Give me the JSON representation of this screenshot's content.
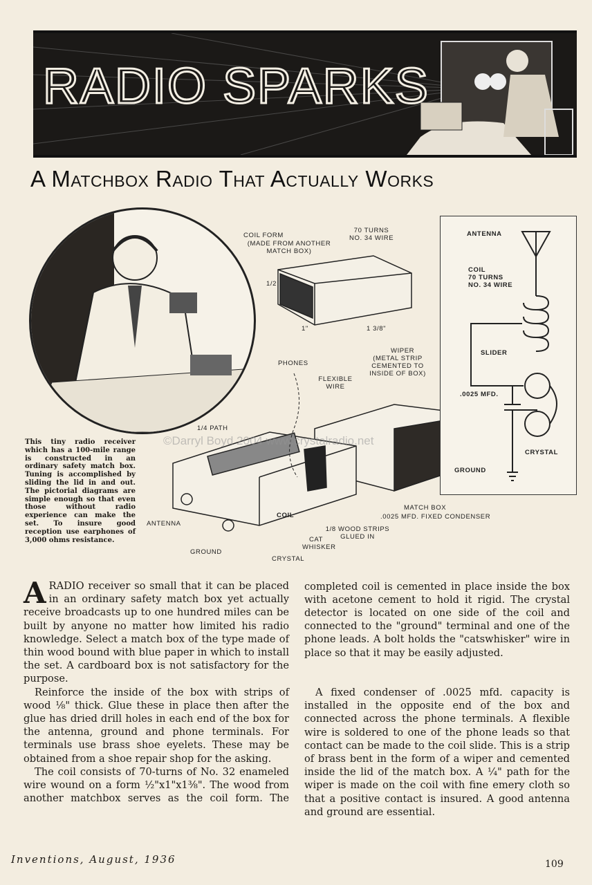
{
  "banner": {
    "title": "RADIO SPARKS"
  },
  "headline": "A Matchbox Radio That Actually Works",
  "caption": "This tiny radio receiver which has a 100-mile range is constructed in an ordinary safety match box. Tuning is accomplished by sliding the lid in and out. The pictorial diagrams are simple enough so that even those without radio experience can make the set. To insure good reception use earphones of 3,000 ohms resistance.",
  "watermark": "©Darryl Boyd 2004 www.crystalradio.net",
  "diagram_labels": {
    "coil_form": "COIL FORM",
    "coil_form_note": "(MADE FROM ANOTHER MATCH BOX)",
    "turns": "70 TURNS",
    "wire": "NO. 34 WIRE",
    "dim_half": "1/2",
    "dim_one": "1\"",
    "dim_138": "1 3/8\"",
    "phones": "PHONES",
    "flexible_wire": "FLEXIBLE WIRE",
    "wiper": "WIPER",
    "wiper_note": "(METAL STRIP CEMENTED TO INSIDE OF BOX)",
    "path": "1/4 PATH",
    "antenna": "ANTENNA",
    "ground": "GROUND",
    "coil": "COIL",
    "cat_whisker": "CAT WHISKER",
    "crystal": "CRYSTAL",
    "wood_strips": "1/8 WOOD STRIPS GLUED IN",
    "match_box": "MATCH BOX",
    "fixed_condenser": ".0025 MFD. FIXED CONDENSER"
  },
  "schematic_labels": {
    "antenna": "ANTENNA",
    "coil": "COIL",
    "turns": "70 TURNS",
    "wire": "NO. 34 WIRE",
    "slider": "SLIDER",
    "capacitor": ".0025 MFD.",
    "crystal": "CRYSTAL",
    "ground": "GROUND"
  },
  "article": {
    "dropcap": "A",
    "p1_rest": "RADIO receiver so small that it can be placed in an ordinary safety match box yet actually receive broadcasts up to one hundred miles can be built by anyone no matter how limited his radio knowledge. Select a match box of the type made of thin wood bound with blue paper in which to install the set. A cardboard box is not satisfactory for the purpose.",
    "p2": "Reinforce the inside of the box with strips of wood ⅛\" thick. Glue these in place then after the glue has dried drill holes in each end of the box for the antenna, ground and phone terminals. For terminals use brass shoe eyelets. These may be obtained from a shoe repair shop for the asking.",
    "p3": "The coil consists of 70-turns of No. 32 enameled wire wound on a form ½\"x1\"x1⅜\". The wood from another matchbox serves as the coil form. The completed coil is cemented in place inside the box with acetone cement to hold it rigid. The crystal detector is located on one side of the coil and connected to the \"ground\" terminal and one of the phone leads. A bolt holds the \"catswhisker\" wire in place so that it may be easily adjusted.",
    "p4": "A fixed condenser of .0025 mfd. capacity is installed in the opposite end of the box and connected across the phone terminals. A flexible wire is soldered to one of the phone leads so that contact can be made to the coil slide. This is a strip of brass bent in the form of a wiper and cemented inside the lid of the match box. A ¼\" path for the wiper is made on the coil with fine emery cloth so that a positive contact is insured. A good antenna and ground are essential."
  },
  "footer": {
    "publication": "Inventions, August, 1936",
    "page": "109"
  }
}
